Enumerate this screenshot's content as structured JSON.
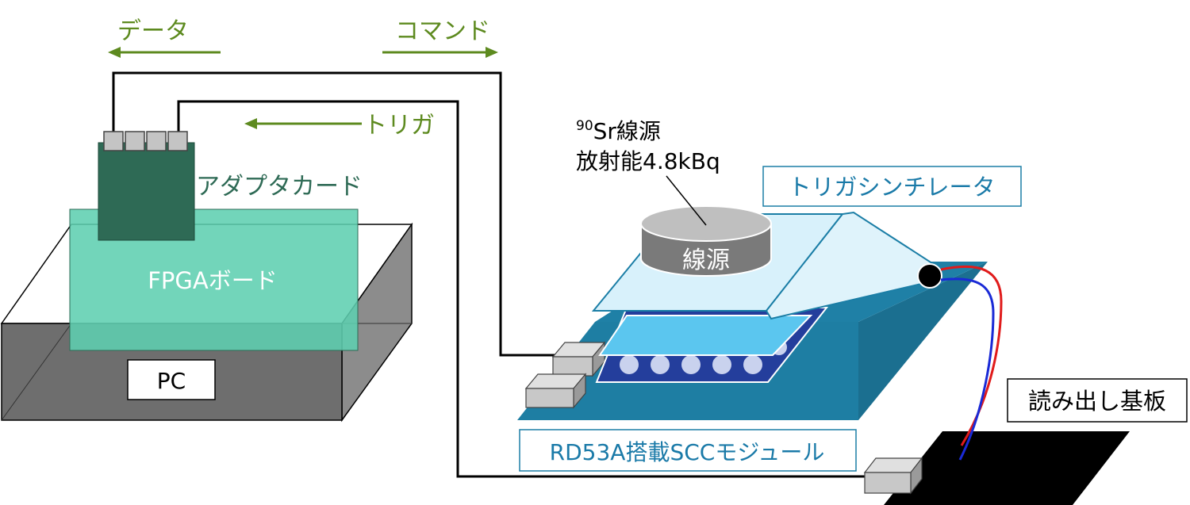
{
  "arrows": {
    "data": "データ",
    "command": "コマンド",
    "trigger": "トリガ"
  },
  "adapter_card": {
    "label": "アダプタカード"
  },
  "fpga_board": {
    "label": "FPGAボード"
  },
  "pc": {
    "label": "PC"
  },
  "source": {
    "isotope_mass": "90",
    "isotope_rest": "Sr線源",
    "activity": "放射能4.8kBq",
    "label": "線源"
  },
  "scintillator": {
    "label": "トリガシンチレータ"
  },
  "scc_module": {
    "label": "RD53A搭載SCCモジュール"
  },
  "readout_board": {
    "label": "読み出し基板"
  },
  "colors": {
    "arrow_green": "#5d8a1f",
    "fpga_green": "#5ecfb1",
    "adapter_dark": "#2e6a55",
    "module_teal": "#1e7ea3",
    "label_blue": "#1a7aa8",
    "chip_navy": "#243e9c"
  }
}
